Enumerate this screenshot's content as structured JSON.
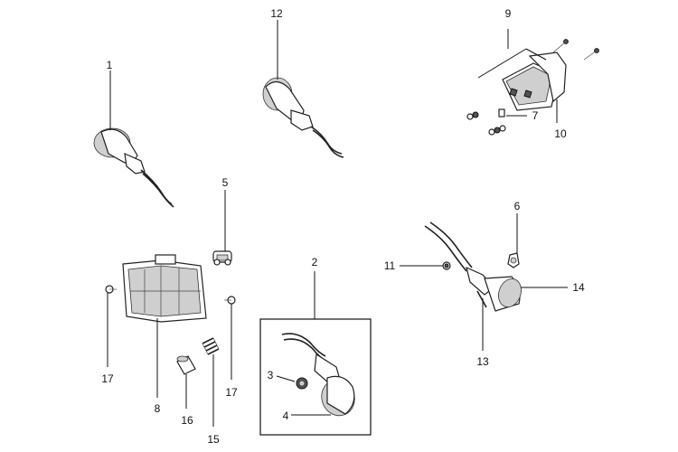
{
  "colors": {
    "ink": "#111111",
    "background": "#ffffff",
    "shade": "#cfcfcf"
  },
  "callouts": {
    "c1": "1",
    "c2": "2",
    "c3": "3",
    "c4": "4",
    "c5": "5",
    "c6": "6",
    "c7": "7",
    "c8": "8",
    "c9": "9",
    "c10": "10",
    "c11": "11",
    "c12": "12",
    "c13": "13",
    "c14": "14",
    "c15": "15",
    "c16": "16",
    "c17a": "17",
    "c17b": "17"
  },
  "parts": [
    {
      "id": "turn-signal-front-left",
      "callout": "1"
    },
    {
      "id": "turn-signal-assembly-boxed",
      "callout": "2"
    },
    {
      "id": "grommet",
      "callout": "3"
    },
    {
      "id": "turn-signal-lens",
      "callout": "4"
    },
    {
      "id": "bulb-socket",
      "callout": "5"
    },
    {
      "id": "bulb",
      "callout": "6"
    },
    {
      "id": "screw-washer-set",
      "callout": "7"
    },
    {
      "id": "reflector-lamp",
      "callout": "8"
    },
    {
      "id": "tail-light-assembly",
      "callout": "9"
    },
    {
      "id": "tail-light-housing",
      "callout": "10"
    },
    {
      "id": "nut",
      "callout": "11"
    },
    {
      "id": "turn-signal-rear",
      "callout": "12"
    },
    {
      "id": "bolt",
      "callout": "13"
    },
    {
      "id": "turn-signal-lens-right",
      "callout": "14"
    },
    {
      "id": "spring",
      "callout": "15"
    },
    {
      "id": "spacer",
      "callout": "16"
    },
    {
      "id": "screw",
      "callout": "17"
    }
  ]
}
